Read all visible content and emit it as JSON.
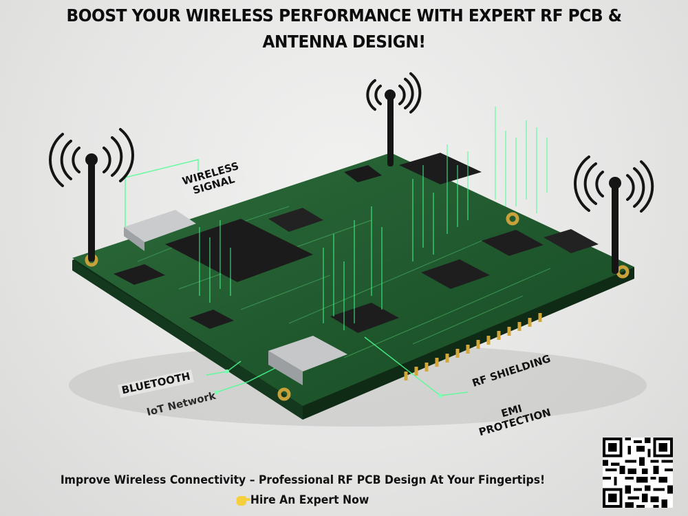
{
  "headline": {
    "line1": "BOOST YOUR WIRELESS PERFORMANCE WITH EXPERT RF PCB &",
    "line2": "ANTENNA DESIGN!"
  },
  "labels": {
    "wireless_line1": "WIRELESS",
    "wireless_line2": "SIGNAL",
    "bluetooth": "BLUETOOTH",
    "iot": "IoT Network",
    "rf_shielding": "RF SHIELDING",
    "emi_line1": "EMI",
    "emi_line2": "PROTECTION"
  },
  "footer": {
    "tagline": "Improve Wireless Connectivity – Professional RF PCB Design At Your Fingertips!",
    "cta": "Hire An Expert Now",
    "cta_icon": "pointing-hand-icon"
  },
  "qr": {
    "icon": "qr-code"
  },
  "colors": {
    "background": "#e6e6e5",
    "pcb_green": "#1f5a2e",
    "trace_glow": "#3dff8a",
    "gold": "#c9a13a",
    "text": "#0d0d0d"
  }
}
